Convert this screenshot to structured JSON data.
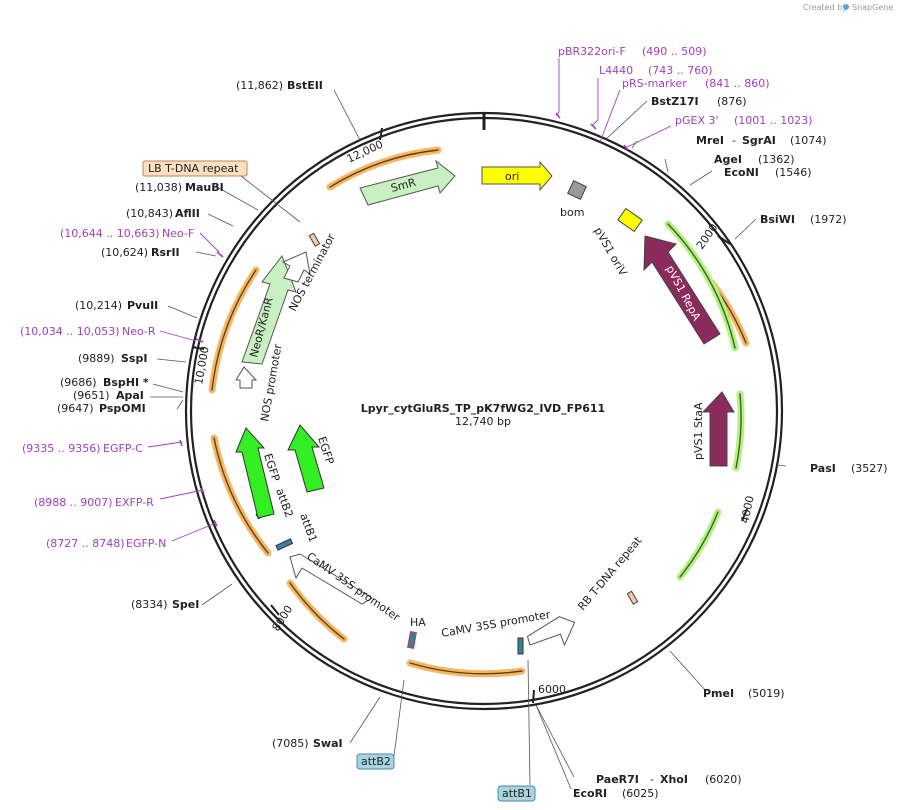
{
  "credit": {
    "text": "Created by",
    "brand": "SnapGene"
  },
  "plasmid": {
    "name": "Lpyr_cytGluRS_TP_pK7fWG2_IVD_FP611",
    "size": "12,740 bp"
  },
  "ticks": [
    "2000",
    "4000",
    "6000",
    "8000",
    "10,000",
    "12,000"
  ],
  "sites": [
    {
      "num": "(11,862)",
      "name": "BstEII"
    },
    {
      "num": "(11,038)",
      "name": "MauBI"
    },
    {
      "num": "(10,843)",
      "name": "AflII"
    },
    {
      "num": "(10,624)",
      "name": "RsrII"
    },
    {
      "num": "(10,214)",
      "name": "PvuII"
    },
    {
      "num": "(9889)",
      "name": "SspI"
    },
    {
      "num": "(9686)",
      "name": "BspHI *"
    },
    {
      "num": "(9651)",
      "name": "ApaI"
    },
    {
      "num": "(9647)",
      "name": "PspOMI"
    },
    {
      "num": "(8334)",
      "name": "SpeI"
    },
    {
      "num": "(7085)",
      "name": "SwaI"
    },
    {
      "name": "BstZ17I",
      "num": "(876)"
    },
    {
      "name": "MreI",
      "sep": "-",
      "name2": "SgrAI",
      "num": "(1074)"
    },
    {
      "name": "AgeI",
      "num": "(1362)"
    },
    {
      "name": "EcoNI",
      "num": "(1546)"
    },
    {
      "name": "BsiWI",
      "num": "(1972)"
    },
    {
      "name": "PasI",
      "num": "(3527)"
    },
    {
      "name": "PmeI",
      "num": "(5019)"
    },
    {
      "name": "PaeR7I",
      "sep": "-",
      "name2": "XhoI",
      "num": "(6020)"
    },
    {
      "name": "EcoRI",
      "num": "(6025)"
    }
  ],
  "primers": [
    {
      "name": "pBR322ori-F",
      "range": "(490 .. 509)"
    },
    {
      "name": "L4440",
      "range": "(743 .. 760)"
    },
    {
      "name": "pRS-marker",
      "range": "(841 .. 860)"
    },
    {
      "name": "pGEX 3'",
      "range": "(1001 .. 1023)"
    },
    {
      "range": "(10,644 .. 10,663)",
      "name": "Neo-F"
    },
    {
      "range": "(10,034 .. 10,053)",
      "name": "Neo-R"
    },
    {
      "range": "(9335 .. 9356)",
      "name": "EGFP-C"
    },
    {
      "range": "(8988 .. 9007)",
      "name": "EXFP-R"
    },
    {
      "range": "(8727 .. 8748)",
      "name": "EGFP-N"
    }
  ],
  "features": {
    "ori": "ori",
    "bom": "bom",
    "pvs1_oriv": "pVS1 oriV",
    "pvs1_repa": "pVS1 RepA",
    "pvs1_staa": "pVS1 StaA",
    "rb": "RB T-DNA repeat",
    "camv1": "CaMV 35S promoter",
    "attb1_box": "attB1",
    "ha": "HA",
    "attb2_box": "attB2",
    "camv2": "CaMV 35S promoter",
    "attb1": "attB1",
    "attb2": "attB2",
    "egfp1": "EGFP",
    "egfp2": "EGFP",
    "nos_promoter": "NOS promoter",
    "neor": "NeoR/KanR",
    "nos_terminator": "NOS terminator",
    "smr": "SmR",
    "lb": "LB T-DNA repeat"
  }
}
